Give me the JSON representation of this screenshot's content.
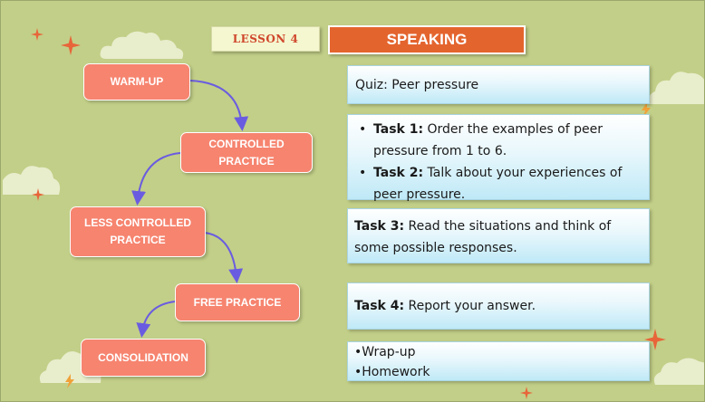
{
  "header": {
    "lesson": "LESSON 4",
    "skill": "SPEAKING"
  },
  "stages": [
    {
      "label": "WARM-UP"
    },
    {
      "label": "CONTROLLED\nPRACTICE"
    },
    {
      "label": "LESS CONTROLLED\nPRACTICE"
    },
    {
      "label": "FREE PRACTICE"
    },
    {
      "label": "CONSOLIDATION"
    }
  ],
  "tasks": {
    "quiz": "Quiz: Peer pressure",
    "task1_label": "Task 1:",
    "task1_text": " Order the examples of peer pressure from 1 to 6.",
    "task2_label": "Task 2:",
    "task2_text": " Talk about your experiences of peer pressure.",
    "task3_label": "Task 3:",
    "task3_text": " Read the situations and think of some possible responses.",
    "task4_label": "Task 4:",
    "task4_text": " Report your answer.",
    "wrap_items": [
      "•Wrap-up",
      "•Homework"
    ]
  },
  "colors": {
    "background": "#c2cf88",
    "stage_box": "#f6846f",
    "speaking_banner": "#e4642e",
    "lesson_text": "#d0462c",
    "arrow": "#6a5ce0",
    "task_box": "#bfe9f7",
    "sparkle": "#e8653a"
  }
}
